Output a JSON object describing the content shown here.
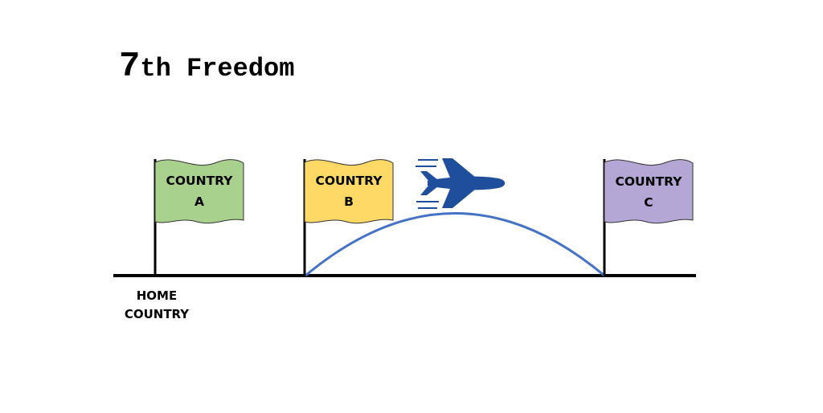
{
  "title": {
    "number": "7",
    "rest": "th Freedom"
  },
  "flags": [
    {
      "line1": "COUNTRY",
      "line2": "A",
      "color": "#a9d18e",
      "icon": "flag-icon"
    },
    {
      "line1": "COUNTRY",
      "line2": "B",
      "color": "#ffd966",
      "icon": "flag-icon"
    },
    {
      "line1": "COUNTRY",
      "line2": "C",
      "color": "#b4a7d6",
      "icon": "flag-icon"
    }
  ],
  "home_label": {
    "line1": "HOME",
    "line2": "COUNTRY"
  },
  "route": {
    "color": "#4472c4",
    "from": "COUNTRY B",
    "to": "COUNTRY C"
  },
  "airplane": {
    "icon": "airplane-icon",
    "color": "#1f4e9c"
  }
}
